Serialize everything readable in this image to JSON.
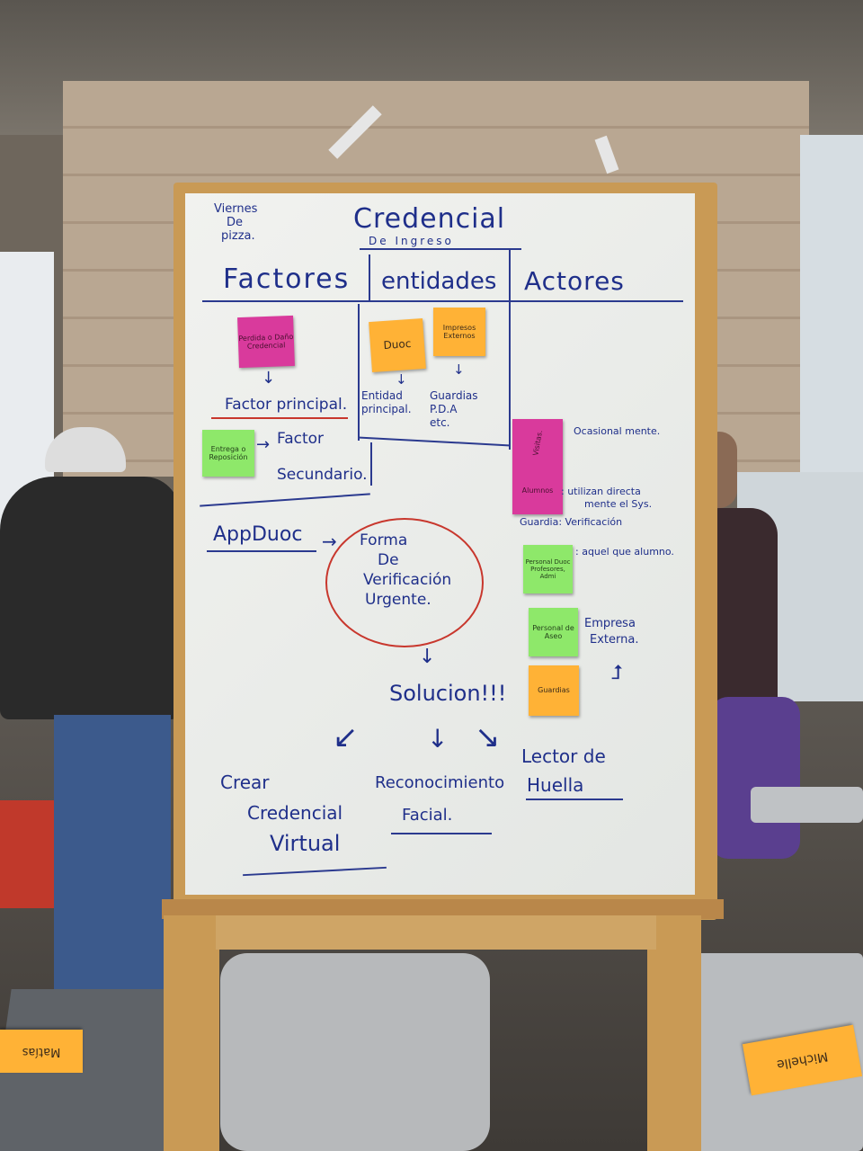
{
  "colors": {
    "marker_blue": "#1f2f8a",
    "marker_red": "#c8372d",
    "sticky_pink": "#d93a9c",
    "sticky_orange": "#ffb236",
    "sticky_green": "#8ee86a",
    "board_white": "#eef0ec",
    "frame_wood": "#c99a55"
  },
  "board": {
    "corner_note": [
      "Viernes",
      "De",
      "pizza."
    ],
    "title": "Credencial",
    "subtitle": "De Ingreso",
    "columns": [
      "Factores",
      "entidades",
      "Actores"
    ],
    "factores": {
      "sticky_main": "Perdida o Daño Credencial",
      "principal": "Factor principal.",
      "sticky_secondary": "Entrega o Reposición",
      "secundario_line1": "Factor",
      "secundario_line2": "Secundario."
    },
    "entidades": {
      "sticky_duoc": "Duoc",
      "sticky_impresos": "Impresos Externos",
      "entidad_line1": "Entidad",
      "entidad_line2": "principal.",
      "guardias_line1": "Guardias",
      "guardias_line2": "P.D.A",
      "guardias_line3": "etc."
    },
    "actores": {
      "sticky_visitas": "Visitas.",
      "sticky_alumnos": "Alumnos",
      "ocasional": "Ocasional mente.",
      "utilizan_line1": ": utilizan directa",
      "utilizan_line2": "mente el Sys.",
      "guardia": "Guardia: Verificación",
      "sticky_personal_duoc": "Personal Duoc Profesores, Admi",
      "aquel": ": aquel que alumno.",
      "sticky_personal_aseo": "Personal de Aseo",
      "empresa_line1": "Empresa",
      "empresa_line2": "Externa.",
      "sticky_guardias": "Guardias"
    },
    "appduoc": "AppDuoc",
    "circle": [
      "Forma",
      "De",
      "Verificación",
      "Urgente."
    ],
    "solution": "Solucion!!!",
    "options": {
      "crear": [
        "Crear",
        "Credencial",
        "Virtual"
      ],
      "facial": [
        "Reconocimiento",
        "Facial."
      ],
      "huella": [
        "Lector de",
        "Huella"
      ]
    }
  },
  "desk_notes": {
    "left": "Matías",
    "right": "Michelle"
  }
}
